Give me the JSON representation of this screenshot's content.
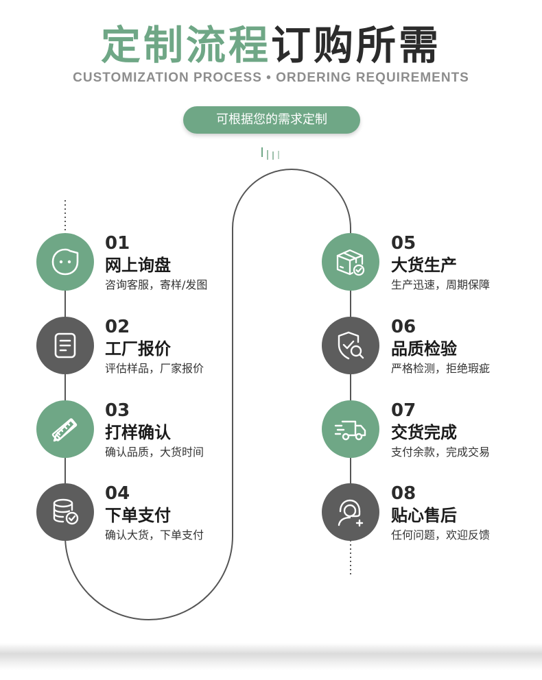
{
  "header": {
    "title_green": "定制流程",
    "title_dark": "订购所需",
    "subtitle": "CUSTOMIZATION PROCESS • ORDERING REQUIREMENTS",
    "pill": "可根据您的需求定制"
  },
  "colors": {
    "accent": "#6fa786",
    "dark": "#5d5d5d",
    "line": "#555555"
  },
  "steps": [
    {
      "num": "01",
      "title": "网上询盘",
      "desc": "咨询客服，寄样/发图",
      "icon": "chat-face-icon",
      "color": "green"
    },
    {
      "num": "02",
      "title": "工厂报价",
      "desc": "评估样品，厂家报价",
      "icon": "document-icon",
      "color": "gray"
    },
    {
      "num": "03",
      "title": "打样确认",
      "desc": "确认品质，大货时间",
      "icon": "pencil-ruler-icon",
      "color": "green"
    },
    {
      "num": "04",
      "title": "下单支付",
      "desc": "确认大货，下单支付",
      "icon": "database-check-icon",
      "color": "gray"
    },
    {
      "num": "05",
      "title": "大货生产",
      "desc": "生产迅速，周期保障",
      "icon": "package-check-icon",
      "color": "green"
    },
    {
      "num": "06",
      "title": "品质检验",
      "desc": "严格检测，拒绝瑕疵",
      "icon": "shield-search-icon",
      "color": "gray"
    },
    {
      "num": "07",
      "title": "交货完成",
      "desc": "支付余款，完成交易",
      "icon": "delivery-truck-icon",
      "color": "green"
    },
    {
      "num": "08",
      "title": "贴心售后",
      "desc": "任何问题，欢迎反馈",
      "icon": "customer-service-icon",
      "color": "gray"
    }
  ]
}
